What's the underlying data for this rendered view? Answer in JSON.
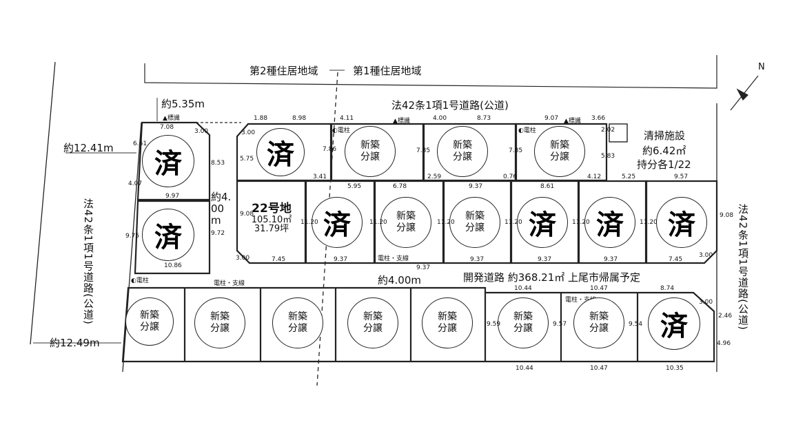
{
  "zones": {
    "zone2": "第2種住居地域",
    "zone1": "第1種住居地域"
  },
  "roads": {
    "north": "法42条1項1号道路(公道)",
    "west": "法42条1項1号道路(公道)",
    "east": "法42条1項1号道路(公道)",
    "dev": "開発道路 約368.21㎡ 上尾市帰属予定",
    "dev_width": "約4.00m",
    "dev_width_v": "約4.00m"
  },
  "measures": {
    "top_width": "約5.35m",
    "left_top": "約12.41m",
    "left_bottom": "約12.49m"
  },
  "facility": {
    "name": "清掃施設",
    "area": "約6.42㎡",
    "share": "持分各1/22"
  },
  "markers": {
    "sign": "▲標識",
    "pole": "◐電柱",
    "pole_branch": "電柱・支線"
  },
  "north_label": "N",
  "lot22": {
    "name": "22号地",
    "area": "105.10㎡",
    "tsubo": "31.79坪"
  },
  "status": {
    "sold": "済",
    "new": "新築\n分譲"
  },
  "lots": [
    {
      "status": "sold"
    },
    {
      "status": "sold"
    },
    {
      "status": "sold"
    },
    {
      "status": "new"
    },
    {
      "status": "new"
    },
    {
      "status": "new"
    },
    {
      "status": "sold"
    },
    {
      "status": "new"
    },
    {
      "status": "new"
    },
    {
      "status": "sold"
    },
    {
      "status": "sold"
    },
    {
      "status": "sold"
    },
    {
      "status": "new"
    },
    {
      "status": "new"
    },
    {
      "status": "new"
    },
    {
      "status": "new"
    },
    {
      "status": "new"
    },
    {
      "status": "new"
    },
    {
      "status": "new"
    },
    {
      "status": "sold"
    }
  ],
  "dims": {
    "d1": "7.08",
    "d2": "3.00",
    "d3": "6.61",
    "d4": "8.53",
    "d5": "4.07",
    "d6": "9.97",
    "d7": "9.75",
    "d8": "9.72",
    "d9": "10.86",
    "d10": "1.88",
    "d11": "8.98",
    "d12": "3.00",
    "d13": "5.75",
    "d14": "4.11",
    "d15": "7.86",
    "d16": "4.00",
    "d17": "8.73",
    "d18": "7.85",
    "d19": "9.07",
    "d20": "3.66",
    "d21": "2.02",
    "d22": "5.83",
    "d23": "7.85",
    "d24": "3.41",
    "d25": "5.95",
    "d26": "6.78",
    "d27": "2.59",
    "d28": "9.37",
    "d29": "0.76",
    "d30": "8.61",
    "d31": "4.12",
    "d32": "5.25",
    "d33": "9.57",
    "d34": "9.08",
    "d35": "11.20",
    "d36": "11.20",
    "d37": "11.20",
    "d38": "11.20",
    "d39": "11.20",
    "d40": "11.20",
    "d41": "9.08",
    "d42": "3.00",
    "d43": "7.45",
    "d44": "9.37",
    "d45": "9.37",
    "d46": "9.37",
    "d47": "9.37",
    "d48": "7.45",
    "d49": "3.00",
    "d50": "9.37",
    "d51": "10.44",
    "d52": "10.47",
    "d53": "8.74",
    "d54": "3.00",
    "d55": "9.59",
    "d56": "9.57",
    "d57": "9.54",
    "d58": "2.46",
    "d59": "4.96",
    "d60": "10.44",
    "d61": "10.47",
    "d62": "10.35"
  }
}
